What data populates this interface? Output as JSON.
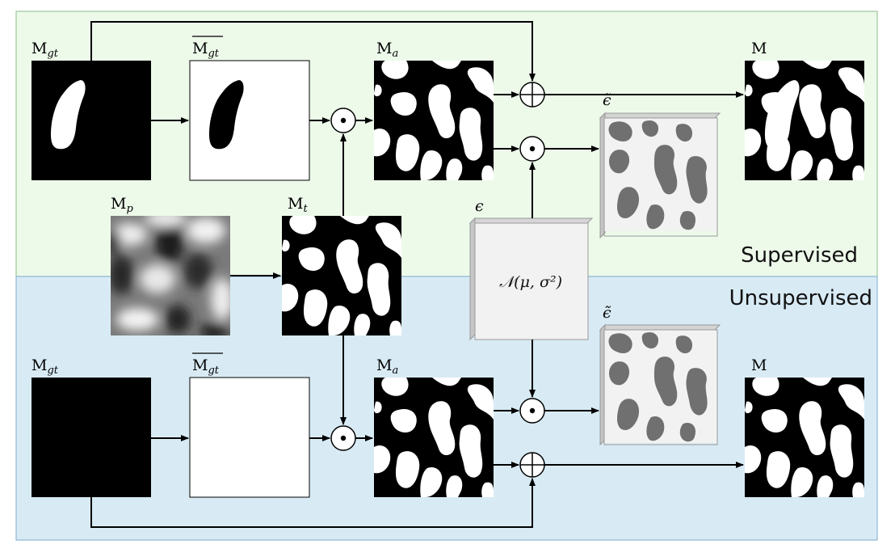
{
  "regions": {
    "supervised": "Supervised",
    "unsupervised": "Unsupervised"
  },
  "labels": {
    "mgt": "M",
    "mgt_sub": "gt",
    "mgt_bar": "M",
    "mgt_bar_sub": "gt",
    "ma": "M",
    "ma_sub": "a",
    "mp": "M",
    "mp_sub": "p",
    "mt": "M",
    "mt_sub": "t",
    "m": "M",
    "eps": "ϵ",
    "eps_tilde": "ϵ̃",
    "noise_formula": "𝒩(μ, σ²)"
  },
  "operators": {
    "add": "⊕",
    "mul": "⊙"
  },
  "colors": {
    "supervised_bg": "#edfaea",
    "unsupervised_bg": "#d8ebf5",
    "border_top": "#9cc79a",
    "border_bottom": "#8fb8d6",
    "noise_box": "#f2f2f2",
    "noise_blob": "#707070"
  }
}
